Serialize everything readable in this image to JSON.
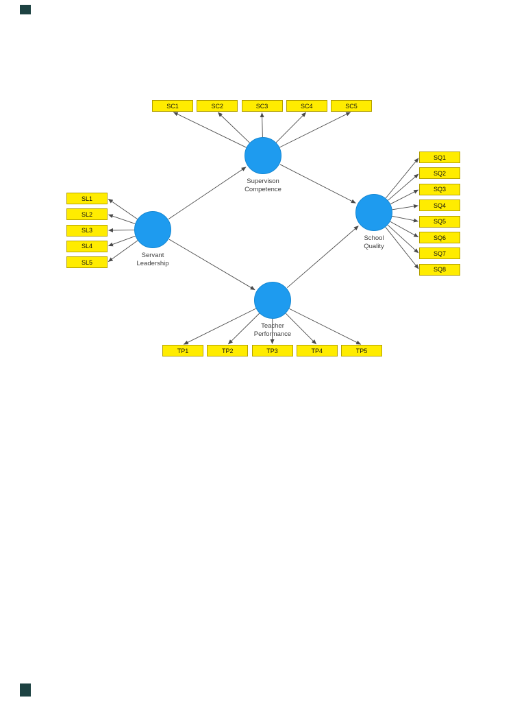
{
  "colors": {
    "construct_fill": "#1e9bef",
    "construct_border": "#1587d2",
    "indicator_fill": "#ffec00",
    "indicator_border": "#b3a000",
    "arrow": "#4a4a4a",
    "construct_label_text": "#3c3c3c",
    "corner_mark": "#1d4242"
  },
  "model": {
    "constructs": [
      {
        "id": "SC",
        "label_lines": [
          "Supervison",
          "Competence"
        ]
      },
      {
        "id": "SL",
        "label_lines": [
          "Servant",
          "Leadership"
        ]
      },
      {
        "id": "SQ",
        "label_lines": [
          "School",
          "Quality"
        ]
      },
      {
        "id": "TP",
        "label_lines": [
          "Teacher",
          "Performance"
        ]
      }
    ],
    "indicators": [
      {
        "construct": "SC",
        "items": [
          "SC1",
          "SC2",
          "SC3",
          "SC4",
          "SC5"
        ]
      },
      {
        "construct": "SL",
        "items": [
          "SL1",
          "SL2",
          "SL3",
          "SL4",
          "SL5"
        ]
      },
      {
        "construct": "SQ",
        "items": [
          "SQ1",
          "SQ2",
          "SQ3",
          "SQ4",
          "SQ5",
          "SQ6",
          "SQ7",
          "SQ8"
        ]
      },
      {
        "construct": "TP",
        "items": [
          "TP1",
          "TP2",
          "TP3",
          "TP4",
          "TP5"
        ]
      }
    ],
    "structural_paths": [
      {
        "from": "SL",
        "to": "SC"
      },
      {
        "from": "SL",
        "to": "TP"
      },
      {
        "from": "SC",
        "to": "SQ"
      },
      {
        "from": "TP",
        "to": "SQ"
      }
    ]
  }
}
